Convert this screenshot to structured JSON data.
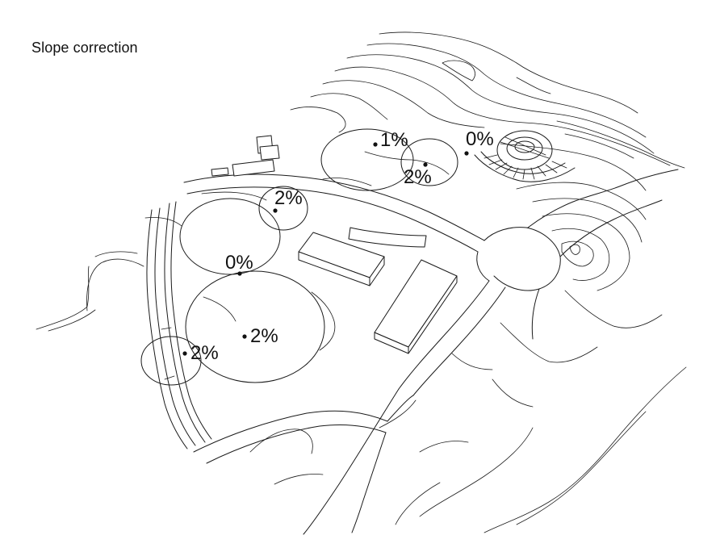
{
  "title": "Slope correction",
  "zones": [
    {
      "id": "z1",
      "label": "1%"
    },
    {
      "id": "z2",
      "label": "2%"
    },
    {
      "id": "z3",
      "label": "0%"
    },
    {
      "id": "z4",
      "label": "2%"
    },
    {
      "id": "z5",
      "label": "0%"
    },
    {
      "id": "z6",
      "label": "2%"
    },
    {
      "id": "z7",
      "label": "2%"
    }
  ],
  "colors": {
    "stroke": "#1a1a1a",
    "background": "#ffffff"
  }
}
